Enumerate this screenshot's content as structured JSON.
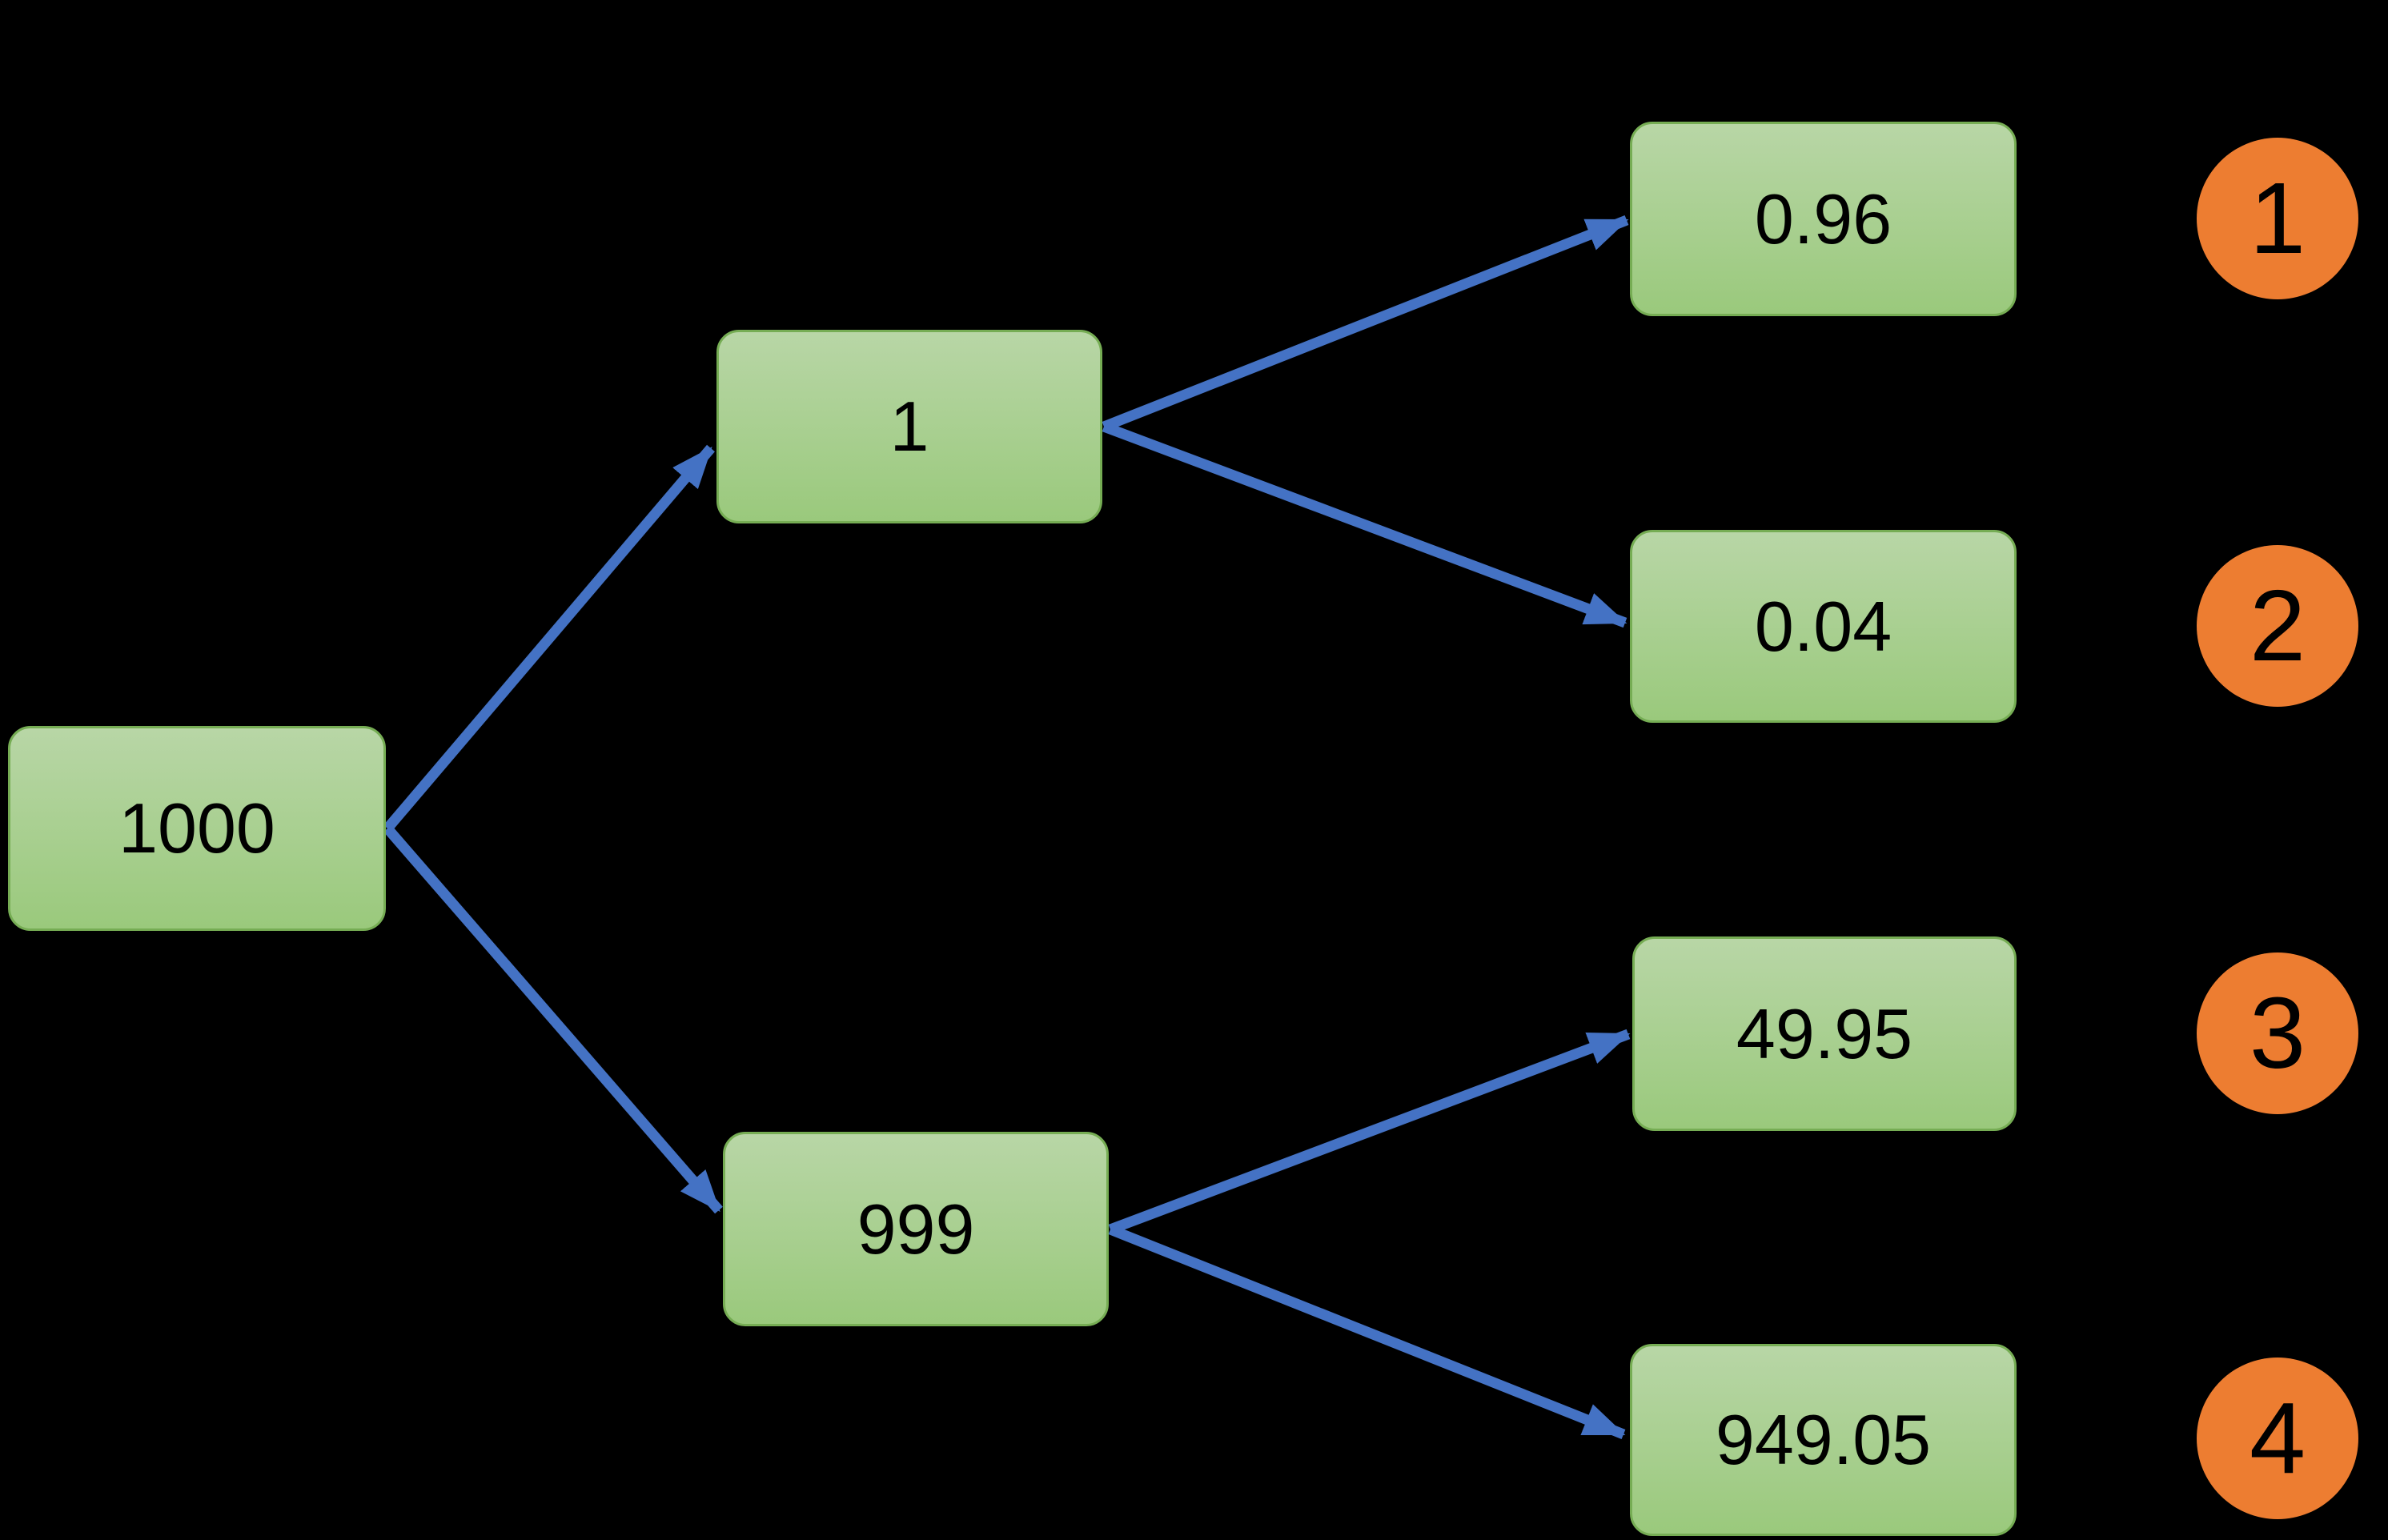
{
  "diagram": {
    "nodes": {
      "total": {
        "label": "1000"
      },
      "branch_top": {
        "label": "1"
      },
      "branch_bottom": {
        "label": "999"
      },
      "outcome_1": {
        "label": "0.96"
      },
      "outcome_2": {
        "label": "0.04"
      },
      "outcome_3": {
        "label": "49.95"
      },
      "outcome_4": {
        "label": "949.05"
      }
    },
    "edges": [
      {
        "from": "total",
        "to": "branch_top"
      },
      {
        "from": "total",
        "to": "branch_bottom"
      },
      {
        "from": "branch_top",
        "to": "outcome_1"
      },
      {
        "from": "branch_top",
        "to": "outcome_2"
      },
      {
        "from": "branch_bottom",
        "to": "outcome_3"
      },
      {
        "from": "branch_bottom",
        "to": "outcome_4"
      }
    ],
    "badges": [
      {
        "label": "1"
      },
      {
        "label": "2"
      },
      {
        "label": "3"
      },
      {
        "label": "4"
      }
    ],
    "colors": {
      "node_fill_top": "#b8d6a6",
      "node_fill_bottom": "#9ac97c",
      "node_border": "#76ad54",
      "arrow": "#4472c4",
      "badge_fill": "#ed7d31",
      "background": "#000000",
      "text": "#000000"
    }
  }
}
